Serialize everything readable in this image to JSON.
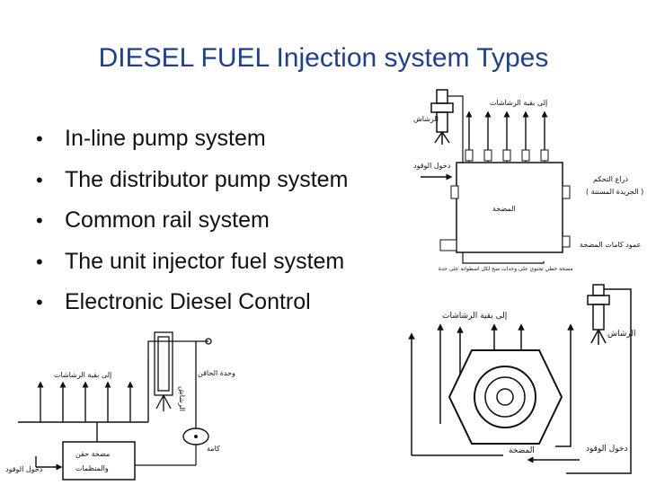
{
  "slide": {
    "title": "DIESEL FUEL  Injection system Types",
    "bullets": [
      "In-line pump system",
      "The distributor pump system",
      "Common rail system",
      "The unit injector fuel system",
      "Electronic Diesel Control"
    ]
  },
  "diagram_top_right": {
    "injector_label": "الرشاش",
    "to_injectors": "إلى بقية الرشاشات",
    "fuel_inlet": "دخول الوقود",
    "pump_label": "المضخة",
    "control_arm": "ذراع التحكم",
    "toothed_rack": "( الجريدة المسننة )",
    "cam_shaft": "عمود كامات المضخة",
    "caption": "مضخة خطي تحتوي على وحدات ضخ لكل اسطوانة على حدة"
  },
  "diagram_bottom_right": {
    "to_injectors": "إلى بقية الرشاشات",
    "injector_label": "الرشاش",
    "pump_label": "المضخة",
    "fuel_inlet": "دخول الوقود"
  },
  "diagram_bottom_left": {
    "to_injectors": "إلى بقية الرشاشات",
    "injector_label": "الرشاش",
    "valve_unit": "وحدة الحاقن",
    "cam": "كامة",
    "pump_regulators_1": "مضخة حقن",
    "pump_regulators_2": "والمنظمات",
    "fuel_inlet": "دخول الوقود"
  }
}
